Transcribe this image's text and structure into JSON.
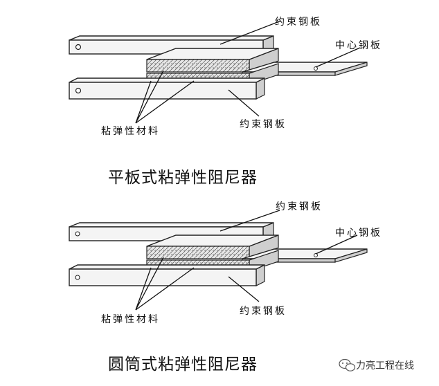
{
  "diagrams": [
    {
      "labels": {
        "constraint_top": "约束钢板",
        "center_plate": "中心钢板",
        "viscoelastic": "粘弹性材料",
        "constraint_bottom": "约束钢板"
      },
      "caption": "平板式粘弹性阻尼器"
    },
    {
      "labels": {
        "constraint_top": "约束钢板",
        "center_plate": "中心钢板",
        "viscoelastic": "粘弹性材料",
        "constraint_bottom": "约束钢板"
      },
      "caption": "圆筒式粘弹性阻尼器"
    }
  ],
  "watermark": {
    "text": "力亮工程在线",
    "icon": "wechat-icon"
  }
}
